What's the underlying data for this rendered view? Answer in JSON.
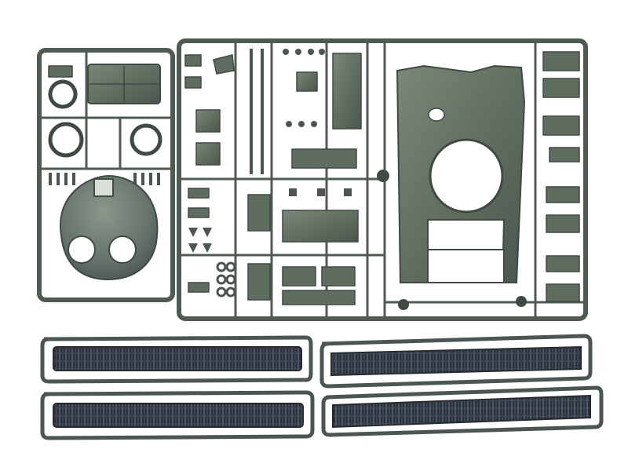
{
  "image": {
    "subject": "",
    "background_color": "#ffffff"
  },
  "colors": {
    "plastic": "#5f6d60",
    "plastic_light": "#7f8c7f",
    "plastic_dark": "#3f4a42",
    "track": "#3b4450",
    "track_dark": "#262b31",
    "track_highlight": "#6a7280"
  },
  "items": [
    {
      "name": "left-sprue-turret",
      "visible_text": ""
    },
    {
      "name": "main-sprue-hull",
      "visible_text": ""
    },
    {
      "name": "track-run-1",
      "visible_text": ""
    },
    {
      "name": "track-run-2",
      "visible_text": ""
    },
    {
      "name": "track-run-3",
      "visible_text": ""
    },
    {
      "name": "track-run-4",
      "visible_text": ""
    }
  ]
}
